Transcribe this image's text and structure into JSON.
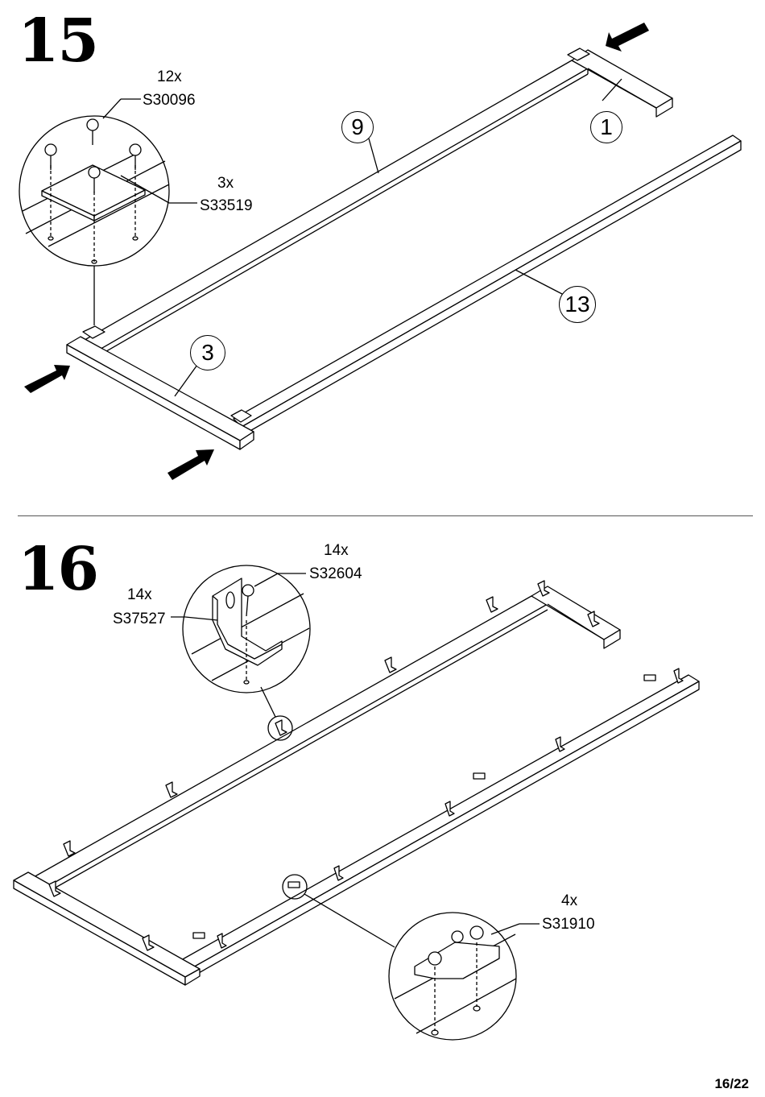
{
  "step15": {
    "number": "15",
    "screws": {
      "qty": "12x",
      "code": "S30096"
    },
    "plates": {
      "qty": "3x",
      "code": "S33519"
    },
    "parts": {
      "p9": "9",
      "p1": "1",
      "p13": "13",
      "p3": "3"
    }
  },
  "step16": {
    "number": "16",
    "screws": {
      "qty": "14x",
      "code": "S32604"
    },
    "brackets": {
      "qty": "14x",
      "code": "S37527"
    },
    "clips": {
      "qty": "4x",
      "code": "S31910"
    }
  },
  "page": {
    "number": "16/22"
  }
}
